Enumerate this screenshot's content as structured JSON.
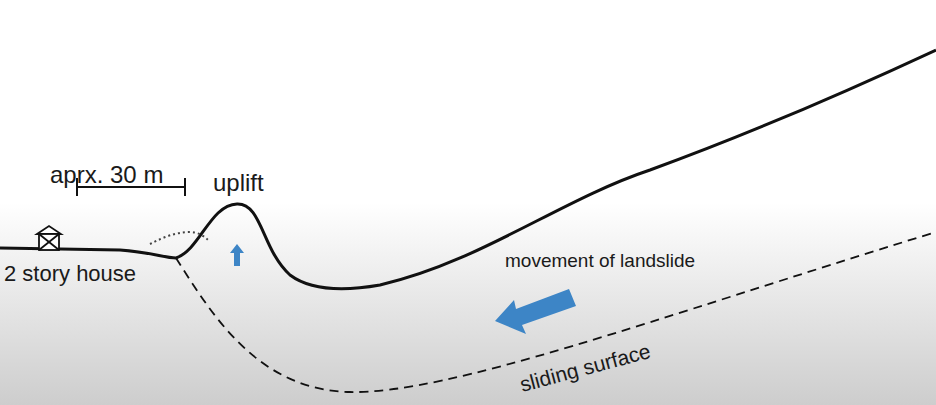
{
  "diagram": {
    "labels": [
      "aprx. 30 m",
      "uplift",
      "2 story house",
      "movement of landslide",
      "sliding surface"
    ]
  }
}
